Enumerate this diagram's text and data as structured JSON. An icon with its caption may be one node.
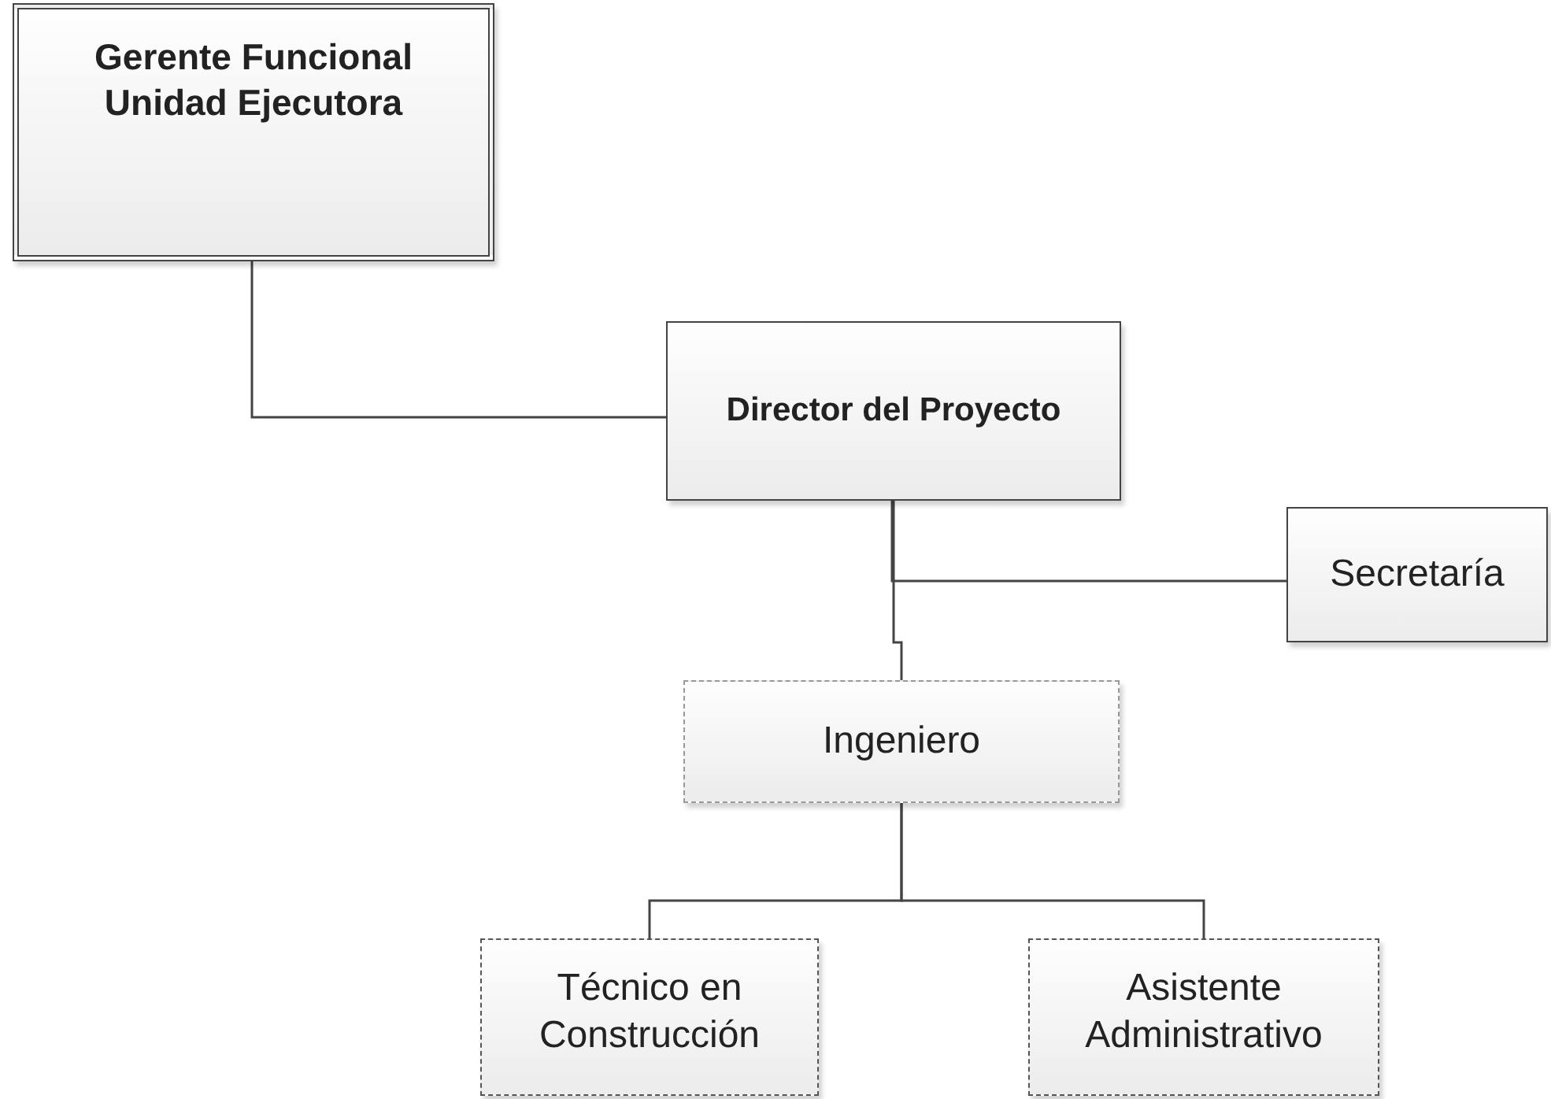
{
  "diagram": {
    "nodes": [
      {
        "text": [
          "Gerente Funcional Unidad Ejecutora"
        ]
      },
      {
        "text": [
          "Director del Proyecto"
        ]
      },
      {
        "text": [
          "Secretaría"
        ]
      },
      {
        "text": [
          "Ingeniero"
        ]
      },
      {
        "text": [
          "Técnico en Construcción"
        ]
      },
      {
        "text": [
          "Asistente Administrativo"
        ]
      }
    ],
    "edges": [
      {
        "from": 0,
        "to": 1,
        "arrow": "none"
      },
      {
        "from": 1,
        "to": 2,
        "arrow": "none"
      },
      {
        "from": 1,
        "to": 3,
        "arrow": "none"
      },
      {
        "from": 3,
        "to": 4,
        "arrow": "none"
      },
      {
        "from": 3,
        "to": 5,
        "arrow": "none"
      }
    ]
  }
}
